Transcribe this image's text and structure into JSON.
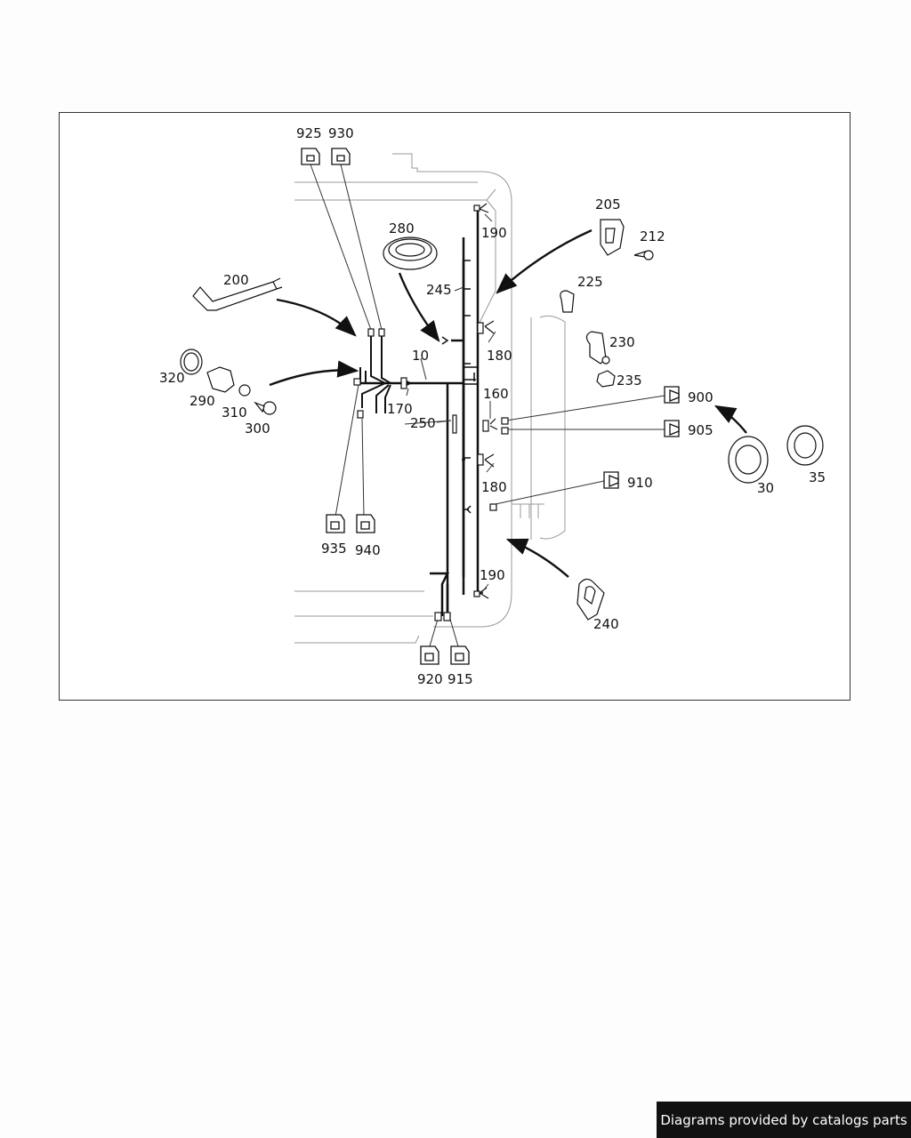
{
  "diagram": {
    "part_labels": {
      "p925": "925",
      "p930": "930",
      "p280": "280",
      "p205": "205",
      "p190a": "190",
      "p212": "212",
      "p200": "200",
      "p245": "245",
      "p225": "225",
      "p180a": "180",
      "p230": "230",
      "p10": "10",
      "p320": "320",
      "p235": "235",
      "p160": "160",
      "p900": "900",
      "p290": "290",
      "p310": "310",
      "p170": "170",
      "p300": "300",
      "p250": "250",
      "p905": "905",
      "p180b": "180",
      "p30": "30",
      "p35": "35",
      "p910": "910",
      "p935": "935",
      "p940": "940",
      "p190b": "190",
      "p240": "240",
      "p920": "920",
      "p915": "915"
    }
  },
  "credit": "Diagrams provided by catalogs parts"
}
